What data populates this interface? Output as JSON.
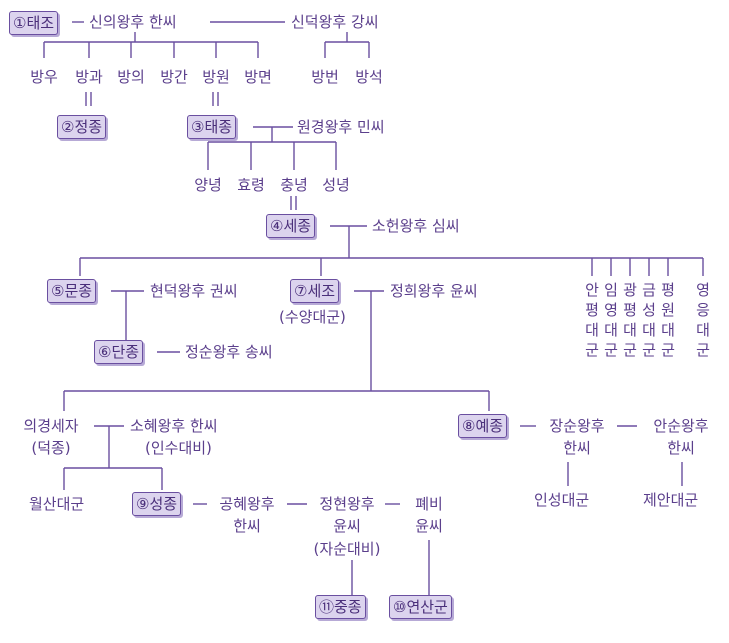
{
  "kings": {
    "taejo": "①태조",
    "jeongjong": "②정종",
    "taejong": "③태종",
    "sejong": "④세종",
    "munjong": "⑤문종",
    "danjong": "⑥단종",
    "sejo": "⑦세조",
    "yejong": "⑧예종",
    "seongjong": "⑨성종",
    "yeonsangun": "⑩연산군",
    "jungjong": "⑪중종"
  },
  "spouses": {
    "sinui": "신의왕후 한씨",
    "sindeok": "신덕왕후 강씨",
    "wongyeong": "원경왕후 민씨",
    "soheon": "소헌왕후 심씨",
    "hyeondeok": "현덕왕후 권씨",
    "jeonghui": "정희왕후 윤씨",
    "jeongsun": "정순왕후 송씨",
    "sohye_line1": "소혜왕후 한씨",
    "sohye_line2": "(인수대비)",
    "jangsun_line1": "장순왕후",
    "jangsun_line2": "한씨",
    "ansun_line1": "안순왕후",
    "ansun_line2": "한씨",
    "gonghye_line1": "공혜왕후",
    "gonghye_line2": "한씨",
    "jeonghyeon_line1": "정현왕후",
    "jeonghyeon_line2": "윤씨",
    "jeonghyeon_line3": "(자순대비)",
    "pyebi_line1": "폐비",
    "pyebi_line2": "윤씨"
  },
  "taejo_sons": [
    "방우",
    "방과",
    "방의",
    "방간",
    "방원",
    "방면"
  ],
  "sindeok_sons": [
    "방번",
    "방석"
  ],
  "taejong_sons": [
    "양녕",
    "효령",
    "충녕",
    "성녕"
  ],
  "sejong_grand_princes": [
    "안평대군",
    "임영대군",
    "광평대군",
    "금성대군",
    "평원대군",
    "영응대군"
  ],
  "others": {
    "sejo_alias": "(수양대군)",
    "uigyeong_line1": "의경세자",
    "uigyeong_line2": "(덕종)",
    "wolsan": "월산대군",
    "inseong": "인성대군",
    "jean": "제안대군"
  },
  "colors": {
    "line": "#6a4fa0",
    "text": "#5b3f8c",
    "box_fill": "#dcd4ee",
    "box_border": "#6a4fa0"
  }
}
